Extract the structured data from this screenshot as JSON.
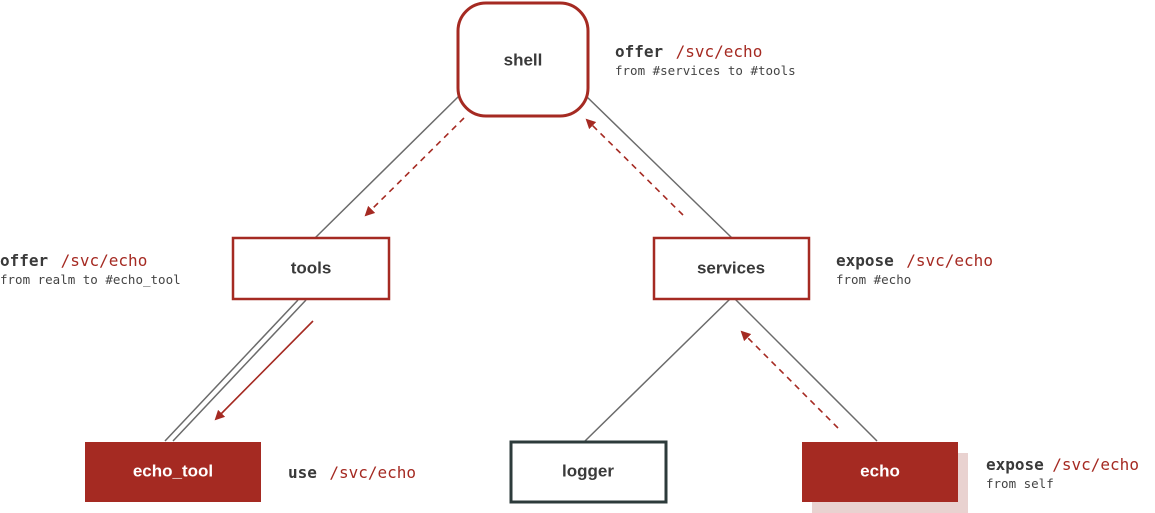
{
  "colors": {
    "accent": "#a52a22",
    "line": "#6b6b6b",
    "dark_border": "#2d3b3b",
    "shadow": "#e9d2d0",
    "text_dark": "#3a3a3a"
  },
  "nodes": {
    "shell": "shell",
    "tools": "tools",
    "services": "services",
    "echo_tool": "echo_tool",
    "logger": "logger",
    "echo": "echo"
  },
  "annotations": {
    "shell": {
      "keyword": "offer",
      "path": "/svc/echo",
      "detail": "from #services to #tools"
    },
    "tools": {
      "keyword": "offer",
      "path": "/svc/echo",
      "detail": "from realm to #echo_tool"
    },
    "services": {
      "keyword": "expose",
      "path": "/svc/echo",
      "detail": "from #echo"
    },
    "echo_tool": {
      "keyword": "use",
      "path": "/svc/echo"
    },
    "echo": {
      "keyword": "expose",
      "path": "/svc/echo",
      "detail": "from self"
    }
  }
}
